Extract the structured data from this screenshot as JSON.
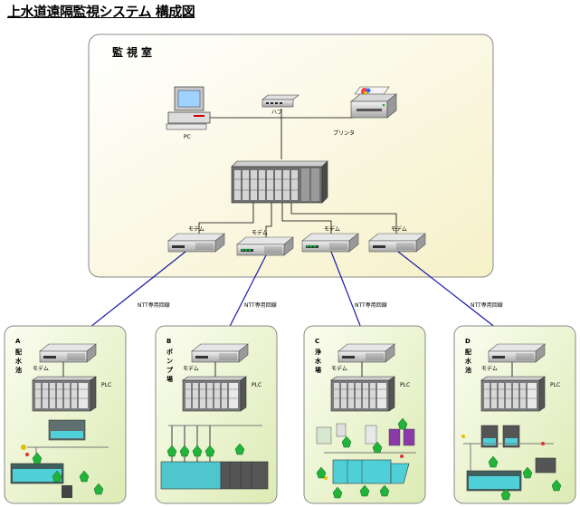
{
  "title": "上水道遠隔監視システム 構成図",
  "control_room": {
    "label": "監視室",
    "pc_label": "PC",
    "hub_label": "ハブ",
    "printer_label": "プリンタ",
    "modems": [
      {
        "label": "モデム"
      },
      {
        "label": "モデム"
      },
      {
        "label": "モデム"
      },
      {
        "label": "モデム"
      }
    ]
  },
  "lines": [
    {
      "label": "NTT専用回線"
    },
    {
      "label": "NTT専用回線"
    },
    {
      "label": "NTT専用回線"
    },
    {
      "label": "NTT専用回線"
    }
  ],
  "sites": [
    {
      "id": "A",
      "chars": [
        "配",
        "水",
        "池"
      ],
      "modem_label": "モデム",
      "plc_label": "PLC"
    },
    {
      "id": "B",
      "chars": [
        "ポ",
        "ン",
        "プ",
        "場"
      ],
      "modem_label": "モデム",
      "plc_label": "PLC"
    },
    {
      "id": "C",
      "chars": [
        "浄",
        "水",
        "場"
      ],
      "modem_label": "モデム",
      "plc_label": "PLC"
    },
    {
      "id": "D",
      "chars": [
        "配",
        "水",
        "池"
      ],
      "modem_label": "モデム",
      "plc_label": "PLC"
    }
  ],
  "colors": {
    "room_fill": "#fdfbe6",
    "site_fill": "#eef5d6",
    "line_blue": "#1a1aa8",
    "water": "#4fd0d8",
    "pump_green": "#22b33a"
  }
}
